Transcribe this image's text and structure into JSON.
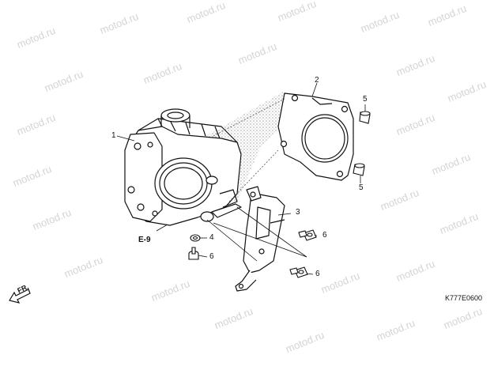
{
  "watermark": "motod.ru",
  "callouts": [
    "1",
    "2",
    "3",
    "4",
    "5",
    "5",
    "6",
    "6",
    "6"
  ],
  "reference_label": "E-9",
  "front_label": "FR.",
  "diagram_code": "K777E0600"
}
